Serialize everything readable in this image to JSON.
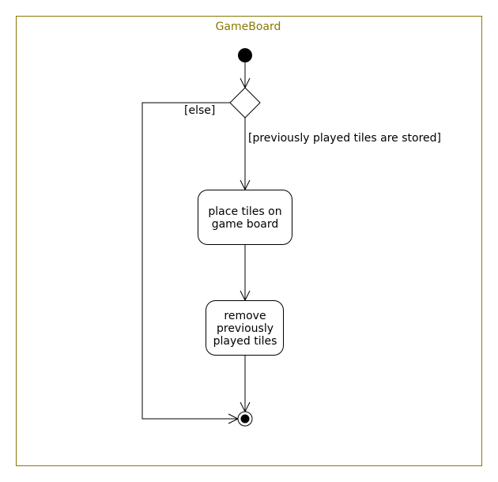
{
  "diagram": {
    "frame_title": "GameBoard",
    "guards": {
      "else": "[else]",
      "stored": "[previously played tiles are stored]"
    },
    "actions": {
      "place_tiles": {
        "line1": "place tiles on",
        "line2": "game board"
      },
      "remove_tiles": {
        "line1": "remove",
        "line2": "previously",
        "line3": "played tiles"
      }
    }
  },
  "colors": {
    "frame_border": "#8a7800",
    "frame_title": "#8a7800",
    "stroke": "#000000",
    "background": "#ffffff"
  }
}
